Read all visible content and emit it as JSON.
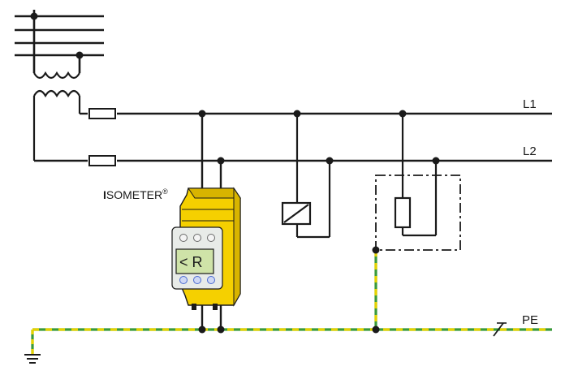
{
  "labels": {
    "line1": "L1",
    "line2": "L2",
    "protective_earth": "PE",
    "device_brand": "SOMETER",
    "device_brand_initial": "I",
    "device_brand_mark": "®",
    "device_display": "< R"
  },
  "colors": {
    "wire": "#1a1a1a",
    "device_body": "#f5d000",
    "device_shadow": "#d8b400",
    "device_panel": "#e8ebe8",
    "device_lcd": "#cfe3a8",
    "pe_green": "#3a9a3a",
    "pe_yellow": "#e6d200"
  }
}
